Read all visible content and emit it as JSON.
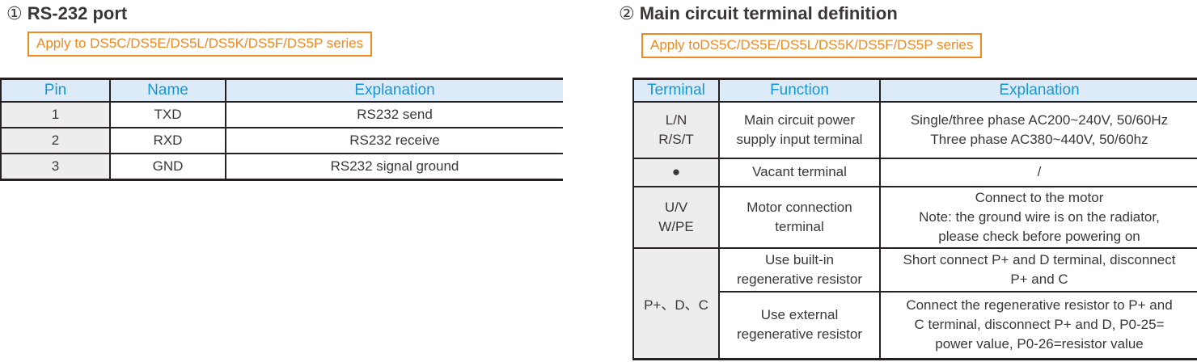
{
  "colors": {
    "header_text": "#1897d6",
    "header_bg": "#dcebf7",
    "accent_orange": "#ef8a21",
    "shaded_column_bg": "#ededee",
    "border": "#262120",
    "body_text": "#3b3735"
  },
  "sections": [
    {
      "number": "①",
      "title": "RS-232 port",
      "apply_note": "Apply to DS5C/DS5E/DS5L/DS5K/DS5F/DS5P series",
      "table": {
        "headers": [
          "Pin",
          "Name",
          "Explanation"
        ],
        "rows": [
          {
            "pin": "1",
            "name": "TXD",
            "explanation": "RS232 send"
          },
          {
            "pin": "2",
            "name": "RXD",
            "explanation": "RS232 receive"
          },
          {
            "pin": "3",
            "name": "GND",
            "explanation": "RS232 signal ground"
          }
        ]
      }
    },
    {
      "number": "②",
      "title": "Main circuit terminal definition",
      "apply_note": "Apply toDS5C/DS5E/DS5L/DS5K/DS5F/DS5P series",
      "table": {
        "headers": [
          "Terminal",
          "Function",
          "Explanation"
        ],
        "rows": [
          {
            "terminal": [
              "L/N",
              "R/S/T"
            ],
            "function": [
              "Main circuit power",
              "supply input terminal"
            ],
            "explanation": [
              "Single/three phase AC200~240V, 50/60Hz",
              "Three phase AC380~440V, 50/60hz"
            ]
          },
          {
            "terminal": [
              "●"
            ],
            "function": [
              "Vacant terminal"
            ],
            "explanation": [
              "/"
            ]
          },
          {
            "terminal": [
              "U/V",
              "W/PE"
            ],
            "function": [
              "Motor connection",
              "terminal"
            ],
            "explanation": [
              "Connect to the motor",
              "Note: the ground wire is on the radiator,",
              "please check before powering on"
            ]
          },
          {
            "terminal": [
              "P+、D、C"
            ],
            "function": [
              "Use built-in",
              "regenerative resistor"
            ],
            "explanation": [
              "Short connect P+ and D terminal, disconnect",
              "P+ and C"
            ]
          },
          {
            "function": [
              "Use external",
              "regenerative resistor"
            ],
            "explanation": [
              "Connect the regenerative resistor to P+ and",
              "C terminal, disconnect P+ and D, P0-25=",
              "power value, P0-26=resistor value"
            ]
          }
        ]
      }
    }
  ]
}
